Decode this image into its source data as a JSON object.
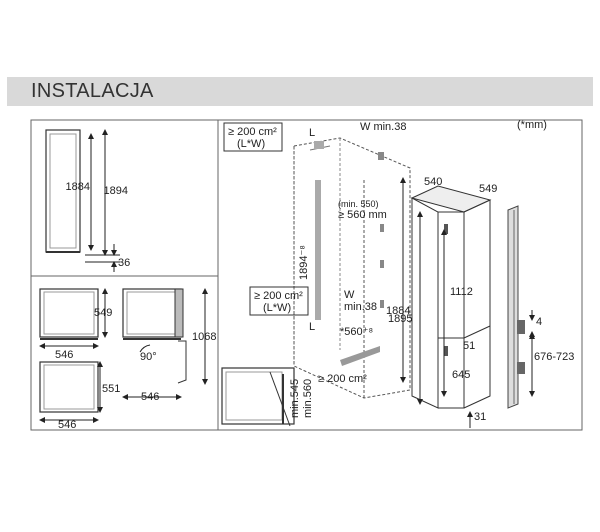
{
  "header": {
    "title": "INSTALACJA"
  },
  "units_note": "(*mm)",
  "left_panel": {
    "top": {
      "h_1884": "1884",
      "h_1894": "1894",
      "d_36": "36"
    },
    "mid": {
      "h_549": "549",
      "w_546": "546",
      "angle": "90°",
      "h_1068": "1068",
      "w_546b": "546"
    },
    "bottom": {
      "h_551": "551",
      "w_546": "546"
    },
    "niche": {
      "min_545": "min.545",
      "min_560": "min.560"
    }
  },
  "right_panel": {
    "vent_top": "≥ 200 cm²",
    "vent_top_sub": "(L*W)",
    "vent_mid": "≥ 200 cm²",
    "vent_mid_sub": "(L*W)",
    "vent_bottom": "≥ 200 cm²",
    "L_top": "L",
    "W_top": "W min.38",
    "L_mid": "L",
    "W_mid": "W",
    "W_mid_min": "min.38",
    "min_550": "(min. 550)",
    "min_560mm": "≥ 560 mm",
    "h_1894_8": "1894⁻⁸",
    "h_1884": "1884",
    "w_560_8": "*560⁺⁸",
    "d_540": "540",
    "d_549": "549",
    "h_1112": "1112",
    "h_1895": "1895",
    "h_51": "51",
    "h_645": "645",
    "h_31": "31",
    "h_4": "4",
    "h_676_723": "676-723"
  }
}
